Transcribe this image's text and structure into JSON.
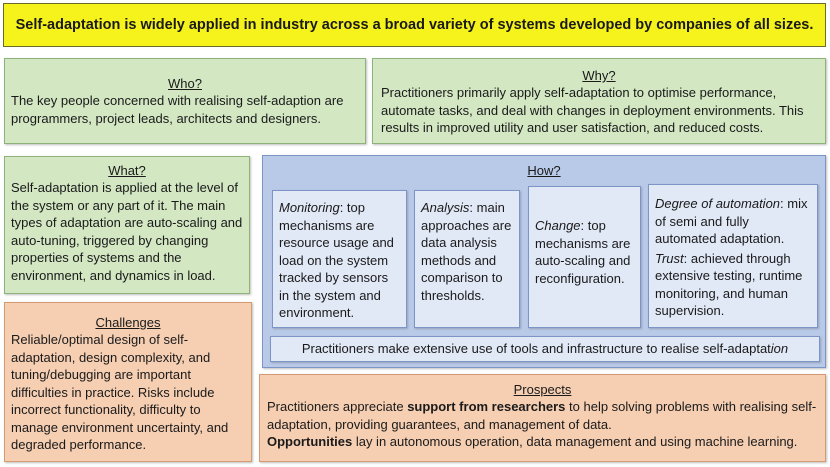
{
  "title": "Self-adaptation is widely applied in industry across a broad variety of systems developed by companies of all sizes.",
  "who": {
    "header": "Who?",
    "text": "The key people concerned with realising self-adaption are programmers, project leads, architects and designers."
  },
  "why": {
    "header": "Why?",
    "text": "Practitioners primarily apply self-adaptation to optimise performance, automate tasks, and deal with changes in deployment environments. This results in improved utility and user satisfaction, and reduced costs."
  },
  "what": {
    "header": "What?",
    "text": "Self-adaptation is applied at the level of the system or any part of it. The main types of adaptation are auto-scaling and auto-tuning, triggered by changing properties of systems and the environment, and dynamics in load."
  },
  "challenges": {
    "header": "Challenges",
    "text": "Reliable/optimal design of self-adaptation, design complexity, and tuning/debugging are important difficulties in practice. Risks include incorrect functionality, difficulty to manage environment uncertainty, and degraded performance."
  },
  "how": {
    "header": "How?",
    "monitoring_term": "Monitoring",
    "monitoring_text": ": top mechanisms are resource usage and load on the system tracked by sensors in the system and environment.",
    "analysis_term": "Analysis",
    "analysis_text": ": main approaches are data analysis methods and comparison to thresholds.",
    "change_term": "Change",
    "change_text": ": top mechanisms are auto-scaling and reconfiguration.",
    "automation_term": "Degree of automation",
    "automation_text": ": mix of semi and fully automated adaptation.",
    "trust_term": "Trust",
    "trust_text": ": achieved through extensive testing, runtime monitoring, and human supervision.",
    "tools_text": "Practitioners make extensive use of tools and infrastructure to realise self-adaptat",
    "tools_italic": "ion"
  },
  "prospects": {
    "header": "Prospects",
    "text1_pre": "Practitioners appreciate ",
    "text1_bold": "support from researchers",
    "text1_post": " to help solving problems with realising self-adaptation, providing guarantees, and management of data.",
    "text2_bold": "Opportunities",
    "text2_post": " lay in autonomous operation, data management and using machine learning."
  }
}
